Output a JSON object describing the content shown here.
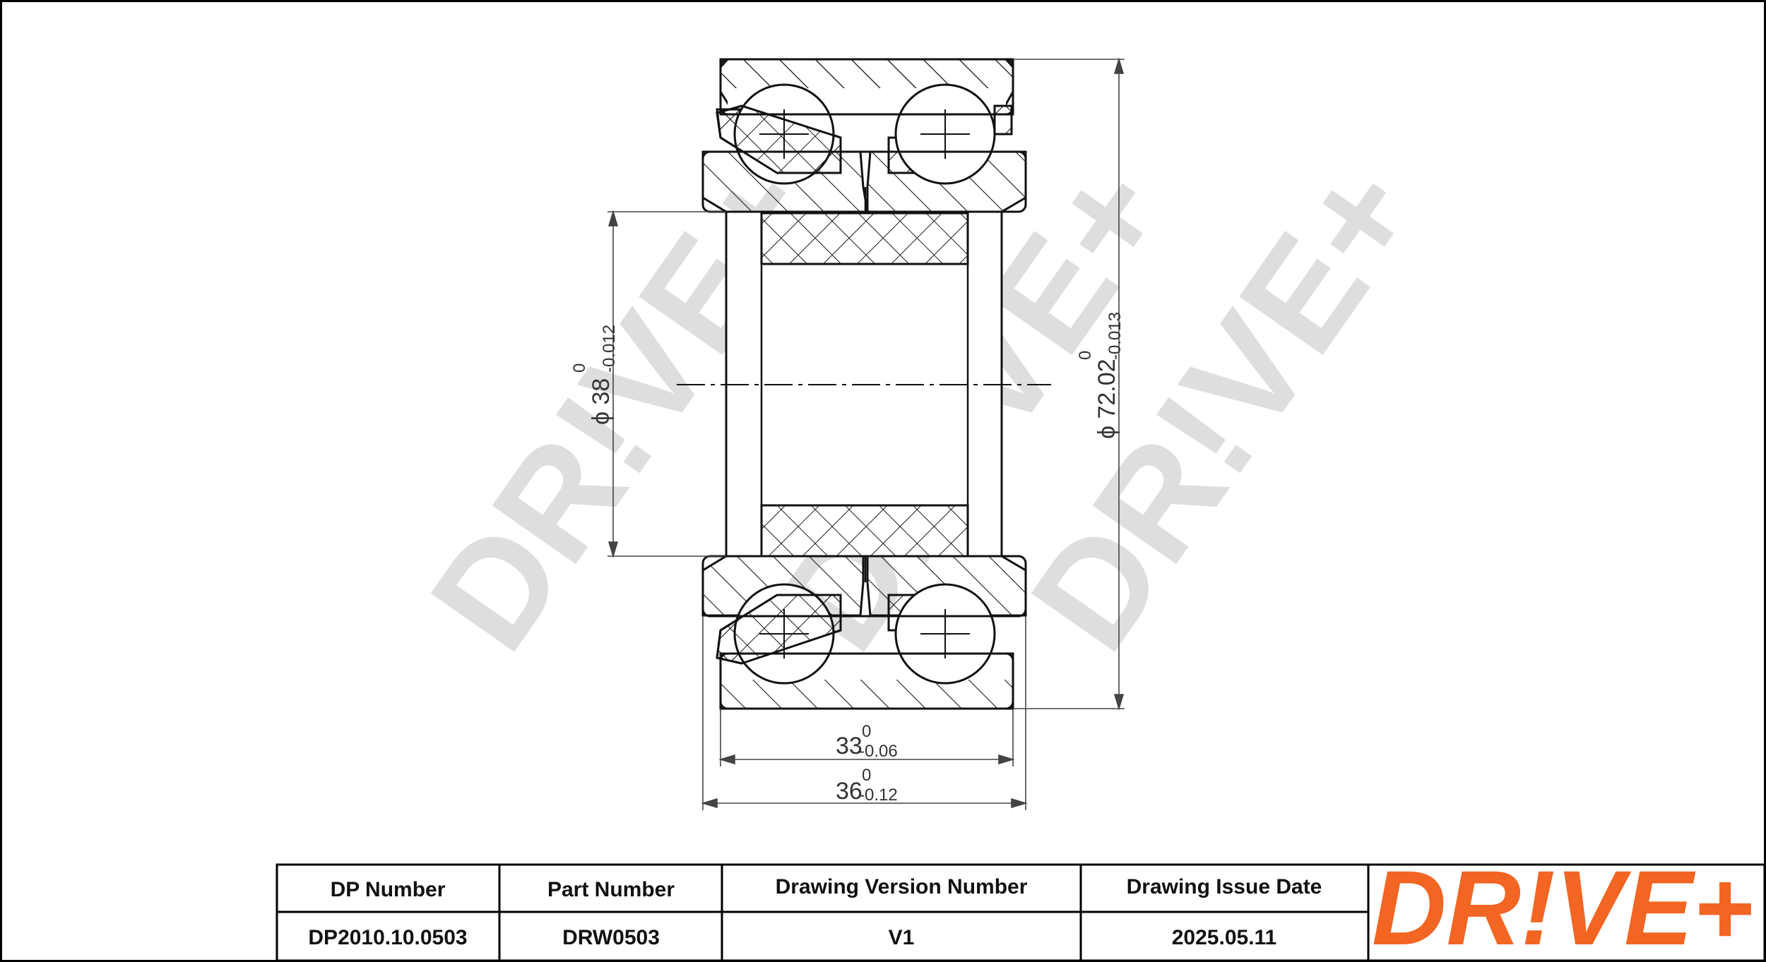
{
  "drawing": {
    "dim_bore_main": "ϕ 38",
    "dim_bore_upper": "0",
    "dim_bore_lower": "-0.012",
    "dim_outer_main": "ϕ 72.02",
    "dim_outer_upper": "0",
    "dim_outer_lower": "-0.013",
    "dim_width_inner_main": "33",
    "dim_width_inner_upper": "0",
    "dim_width_inner_lower": "-0.06",
    "dim_width_outer_main": "36",
    "dim_width_outer_upper": "0",
    "dim_width_outer_lower": "-0.12"
  },
  "watermark": "DR!VE+",
  "title_block": {
    "headers": [
      "DP Number",
      "Part Number",
      "Drawing Version Number",
      "Drawing Issue Date"
    ],
    "values": [
      "DP2010.10.0503",
      "DRW0503",
      "V1",
      "2025.05.11"
    ]
  },
  "logo": {
    "text": "DR!VE+",
    "color": "#f26522"
  }
}
